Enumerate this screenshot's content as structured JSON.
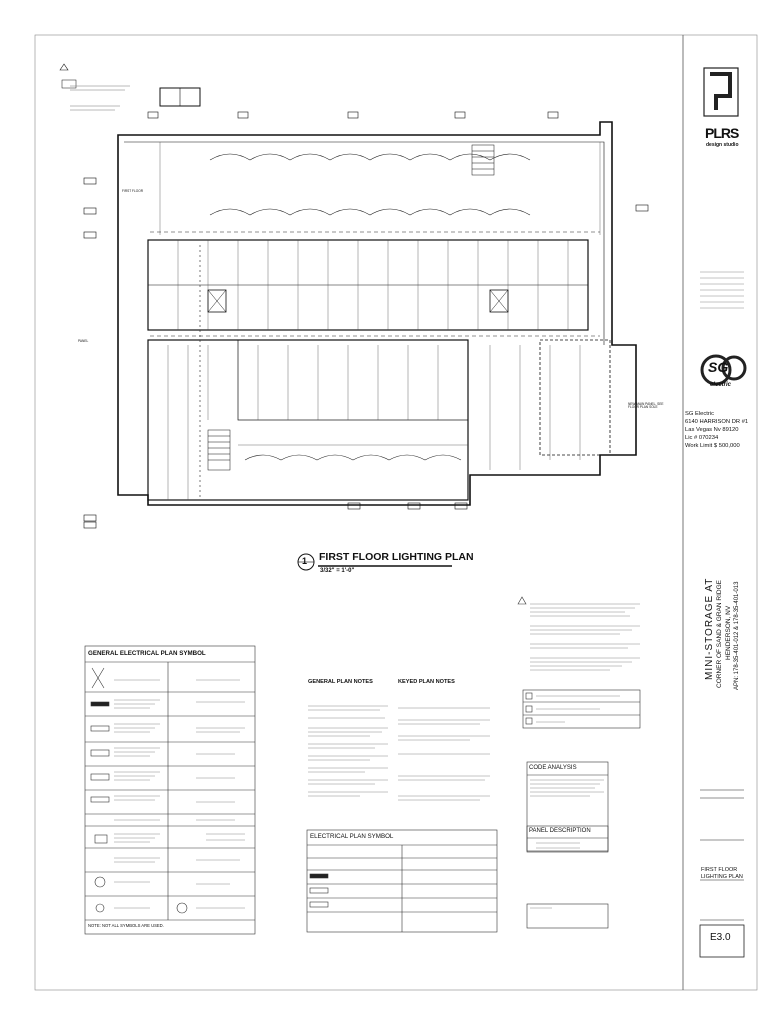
{
  "drawing": {
    "plan_title": "FIRST FLOOR LIGHTING PLAN",
    "plan_number": "1",
    "plan_scale": "3/32\" = 1'-0\"",
    "floor_plan_label": "FIRST FLOOR",
    "annotation_ahead": "NEW MAIN PANEL, SEE FLOOR PLAN SOLE",
    "annotation_left": "PANEL"
  },
  "notes": {
    "general_symbols_title": "GENERAL ELECTRICAL PLAN SYMBOL",
    "general_symbols_footer": "NOTE: NOT ALL SYMBOLS ARE USED.",
    "general_plan_notes_title": "GENERAL PLAN NOTES",
    "keyed_plan_notes_title": "KEYED PLAN NOTES",
    "electrical_plan_symbol_title": "ELECTRICAL PLAN SYMBOL",
    "code_analysis_title": "CODE ANALYSIS",
    "panel_description_title": "PANEL DESCRIPTION"
  },
  "title_block": {
    "architect_logo_text": "PLRS",
    "architect_tagline": "design studio",
    "contractor_logo_text": "SG",
    "contractor_logo_sub": "electric",
    "contractor_name": "SG Electric",
    "contractor_address": "6140 HARRISON DR #1",
    "contractor_city": "Las Vegas Nv 89120",
    "contractor_license": "Lic # 070234",
    "contractor_limit": "Work Limit $ 500,000",
    "project_line1": "MINI-STORAGE AT",
    "project_line2": "CORNER OF SAND & GRAN RIDGE",
    "project_line3": "HENDERSON, NV",
    "project_line4": "APN: 178-35-401-012 & 178-35-401-013",
    "sheet_title": "FIRST FLOOR LIGHTING PLAN",
    "sheet_number": "E3.0"
  }
}
